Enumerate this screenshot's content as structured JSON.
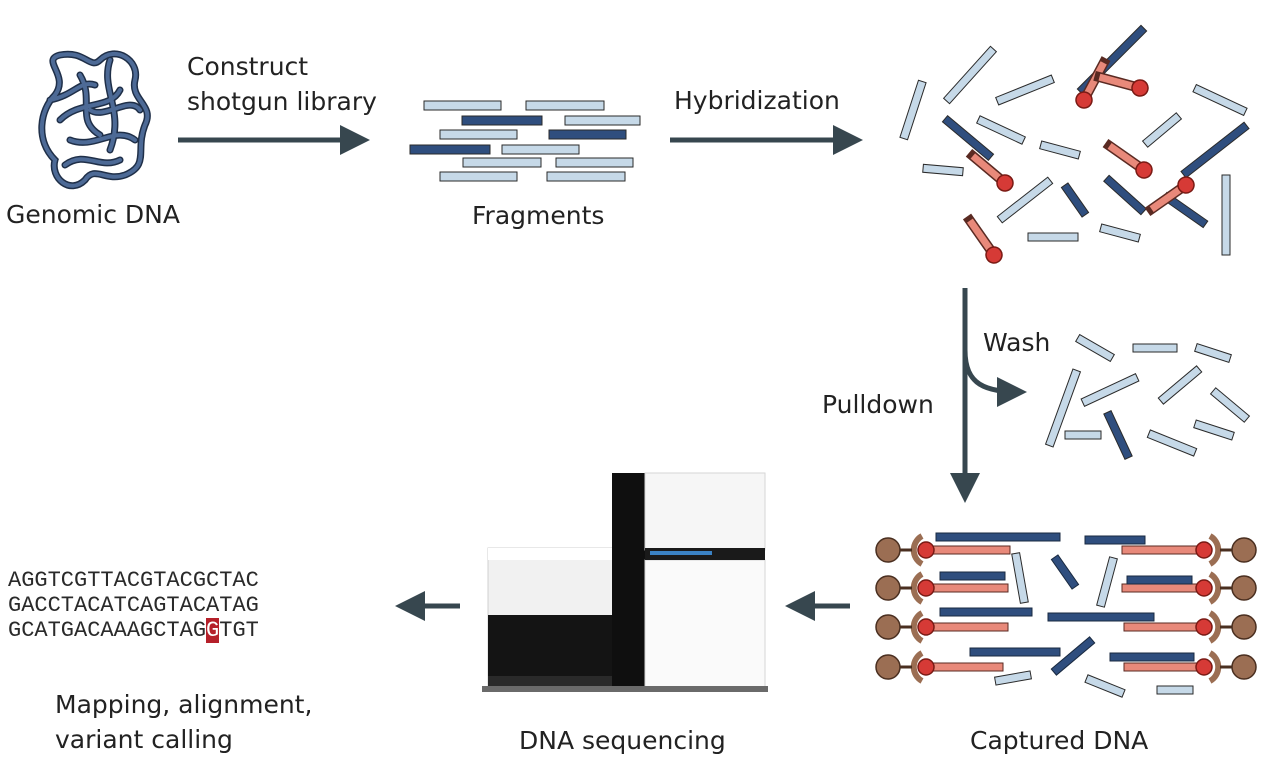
{
  "steps": {
    "genomic_dna": "Genomic DNA",
    "construct_line1": "Construct",
    "construct_line2": "shotgun library",
    "fragments": "Fragments",
    "hybridization": "Hybridization",
    "wash": "Wash",
    "pulldown": "Pulldown",
    "captured_dna": "Captured DNA",
    "dna_sequencing": "DNA sequencing",
    "mapping_line1": "Mapping, alignment,",
    "mapping_line2": "variant calling"
  },
  "sequences": {
    "line1": "AGGTCGTTACGTACGCTAC",
    "line2": "GACCTACATCAGTACATAG",
    "line3_before": "GCATGACAAAGCTAG",
    "line3_variant": "G",
    "line3_after": "TGT"
  },
  "colors": {
    "arrow": "#37474f",
    "dark_fragment": "#2f4e7e",
    "light_fragment": "#c6d9e8",
    "bait": "#e8897a",
    "bait_bead": "#d63a36",
    "streptavidin": "#9b6e53",
    "variant_highlight": "#b5202a"
  }
}
